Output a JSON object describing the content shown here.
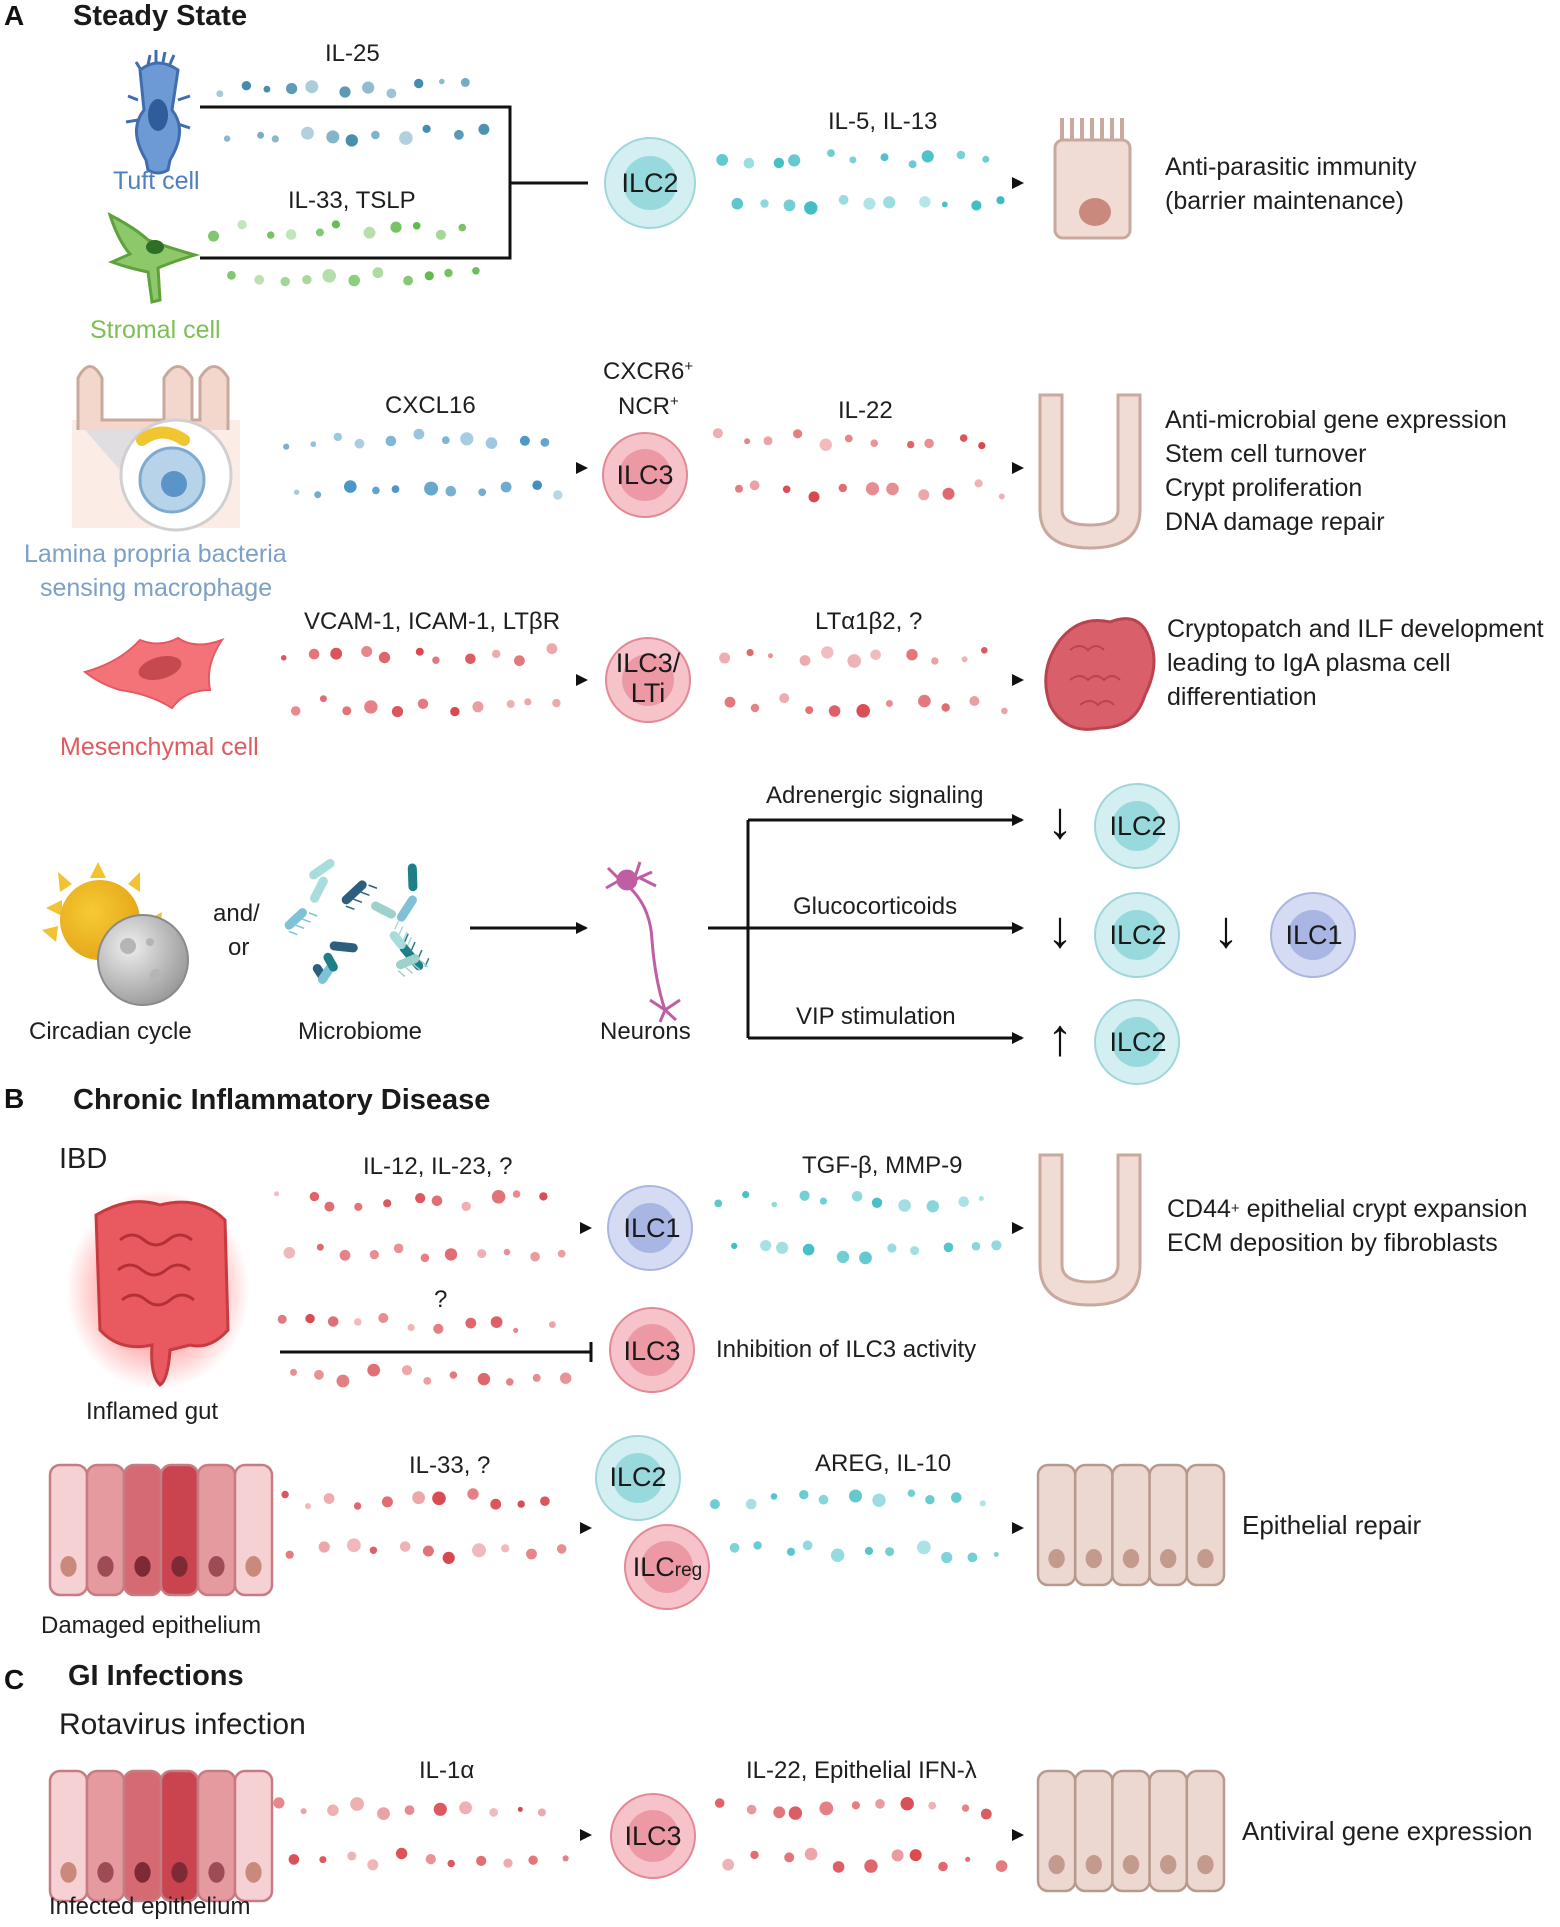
{
  "panels": {
    "a": {
      "letter": "A",
      "title": "Steady State"
    },
    "b": {
      "letter": "B",
      "title": "Chronic Inflammatory Disease",
      "subtitle": "IBD"
    },
    "c": {
      "letter": "C",
      "title": "GI Infections",
      "subtitle": "Rotavirus infection"
    }
  },
  "steady": {
    "tuft_label": "Tuft cell",
    "stromal_label": "Stromal cell",
    "il25": "IL-25",
    "il33_tslp": "IL-33, TSLP",
    "ilc2": "ILC2",
    "il5_il13": "IL-5, IL-13",
    "outcome1_line1": "Anti-parasitic immunity",
    "outcome1_line2": "(barrier maintenance)",
    "macro_line1": "Lamina propria bacteria",
    "macro_line2": "sensing macrophage",
    "cxcl16": "CXCL16",
    "cxcr6": "CXCR6",
    "ncr": "NCR",
    "plus": "+",
    "ilc3": "ILC3",
    "il22": "IL-22",
    "outcome2": [
      "Anti-microbial gene expression",
      "Stem cell turnover",
      "Crypt proliferation",
      "DNA damage repair"
    ],
    "mesen_label": "Mesenchymal cell",
    "vcam": "VCAM-1, ICAM-1, LTβR",
    "ilc3lti_line1": "ILC3/",
    "ilc3lti_line2": "LTi",
    "lta": "LTα1β2, ?",
    "outcome3": [
      "Cryptopatch and ILF development",
      "leading to IgA plasma cell",
      "differentiation"
    ],
    "circadian": "Circadian cycle",
    "andor_line1": "and/",
    "andor_line2": "or",
    "microbiome": "Microbiome",
    "neurons": "Neurons",
    "adrenergic": "Adrenergic signaling",
    "gluco": "Glucocorticoids",
    "vip": "VIP stimulation",
    "ilc1": "ILC1",
    "down_arrow": "↓",
    "up_arrow": "↑"
  },
  "ibd": {
    "il12": "IL-12, IL-23, ?",
    "ilc1": "ILC1",
    "tgfb": "TGF-β, MMP-9",
    "cd44": "CD44",
    "cd44_rest": " epithelial crypt expansion",
    "ecm": "ECM deposition by fibroblasts",
    "question": "?",
    "ilc3": "ILC3",
    "inhib": "Inhibition of ILC3 activity",
    "inflamed": "Inflamed gut",
    "il33q": "IL-33, ?",
    "ilc2": "ILC2",
    "ilcreg_main": "ILC",
    "ilcreg_sub": "reg",
    "areg": "AREG, IL-10",
    "repair": "Epithelial repair",
    "damaged": "Damaged epithelium"
  },
  "infection": {
    "il1a": "IL-1α",
    "ilc3": "ILC3",
    "il22ifn": "IL-22, Epithelial IFN-λ",
    "antiviral": "Antiviral gene expression",
    "infected": "Infected epithelium"
  },
  "colors": {
    "blue_dot": "#2f7fa3",
    "green_dot": "#5fb84a",
    "teal_dot": "#3cbcc3",
    "red_dot": "#d9474f",
    "ilc2_fill": "#cdeef0",
    "ilc3_fill": "#f2b3bd",
    "ilc1_fill": "#cdd6f0"
  }
}
